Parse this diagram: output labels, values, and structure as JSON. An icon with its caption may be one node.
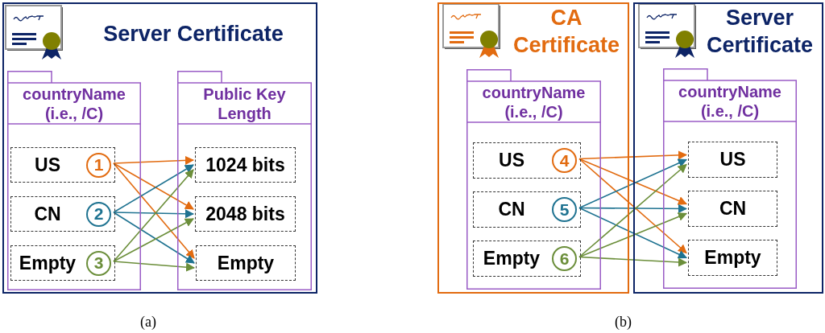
{
  "diagram": {
    "nodes": [
      {
        "text": [
          "Server Certificate"
        ]
      },
      {
        "text": [
          "countryName (i.e., /C)"
        ],
        "in": 0
      },
      {
        "text": [
          "US",
          "1"
        ],
        "in": 1
      },
      {
        "text": [
          "CN",
          "2"
        ],
        "in": 1
      },
      {
        "text": [
          "Empty",
          "3"
        ],
        "in": 1
      },
      {
        "text": [
          "Public Key Length"
        ],
        "in": 0
      },
      {
        "text": [
          "1024 bits"
        ],
        "in": 5
      },
      {
        "text": [
          "2048 bits"
        ],
        "in": 5
      },
      {
        "text": [
          "Empty"
        ],
        "in": 5
      },
      {
        "text": [
          "CA Certificate"
        ]
      },
      {
        "text": [
          "countryName (i.e., /C)"
        ],
        "in": 9
      },
      {
        "text": [
          "US",
          "4"
        ],
        "in": 10
      },
      {
        "text": [
          "CN",
          "5"
        ],
        "in": 10
      },
      {
        "text": [
          "Empty",
          "6"
        ],
        "in": 10
      },
      {
        "text": [
          "Server Certificate"
        ]
      },
      {
        "text": [
          "countryName (i.e., /C)"
        ],
        "in": 14
      },
      {
        "text": [
          "US"
        ],
        "in": 15
      },
      {
        "text": [
          "CN"
        ],
        "in": 15
      },
      {
        "text": [
          "Empty"
        ],
        "in": 15
      }
    ],
    "edges": [
      {
        "from": 2,
        "to": 6,
        "arrow": "to",
        "color": "#e26b10"
      },
      {
        "from": 2,
        "to": 7,
        "arrow": "to",
        "color": "#e26b10"
      },
      {
        "from": 2,
        "to": 8,
        "arrow": "to",
        "color": "#e26b10"
      },
      {
        "from": 3,
        "to": 6,
        "arrow": "to",
        "color": "#1f7391"
      },
      {
        "from": 3,
        "to": 7,
        "arrow": "to",
        "color": "#1f7391"
      },
      {
        "from": 3,
        "to": 8,
        "arrow": "to",
        "color": "#1f7391"
      },
      {
        "from": 4,
        "to": 6,
        "arrow": "to",
        "color": "#6b8e3a"
      },
      {
        "from": 4,
        "to": 7,
        "arrow": "to",
        "color": "#6b8e3a"
      },
      {
        "from": 4,
        "to": 8,
        "arrow": "to",
        "color": "#6b8e3a"
      },
      {
        "from": 11,
        "to": 16,
        "arrow": "to",
        "color": "#e26b10"
      },
      {
        "from": 11,
        "to": 17,
        "arrow": "to",
        "color": "#e26b10"
      },
      {
        "from": 11,
        "to": 18,
        "arrow": "to",
        "color": "#e26b10"
      },
      {
        "from": 12,
        "to": 16,
        "arrow": "to",
        "color": "#1f7391"
      },
      {
        "from": 12,
        "to": 17,
        "arrow": "to",
        "color": "#1f7391"
      },
      {
        "from": 12,
        "to": 18,
        "arrow": "to",
        "color": "#1f7391"
      },
      {
        "from": 13,
        "to": 16,
        "arrow": "to",
        "color": "#6b8e3a"
      },
      {
        "from": 13,
        "to": 17,
        "arrow": "to",
        "color": "#6b8e3a"
      },
      {
        "from": 13,
        "to": 18,
        "arrow": "to",
        "color": "#6b8e3a"
      }
    ],
    "labels": [
      "(a)",
      "(b)"
    ]
  }
}
